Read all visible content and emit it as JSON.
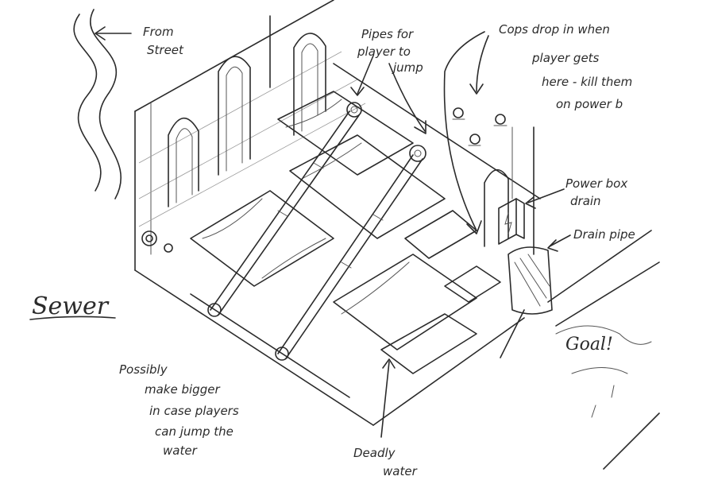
{
  "labels": {
    "from_street": [
      "From",
      "Street"
    ],
    "pipes": [
      "Pipes for",
      "player to",
      "jump"
    ],
    "cops": [
      "Cops drop in when",
      "player gets",
      "here - kill them",
      "on power b"
    ],
    "power_box": [
      "Power box",
      "drain"
    ],
    "drain_pipe": [
      "Drain pipe"
    ],
    "sewer": "Sewer",
    "possibly": [
      "Possibly",
      "make bigger",
      "in case players",
      "can jump the",
      "water"
    ],
    "deadly": [
      "Deadly",
      "water"
    ],
    "goal": "Goal!"
  },
  "colors": {
    "ink": "#2b2b2b",
    "paper": "#ffffff"
  }
}
